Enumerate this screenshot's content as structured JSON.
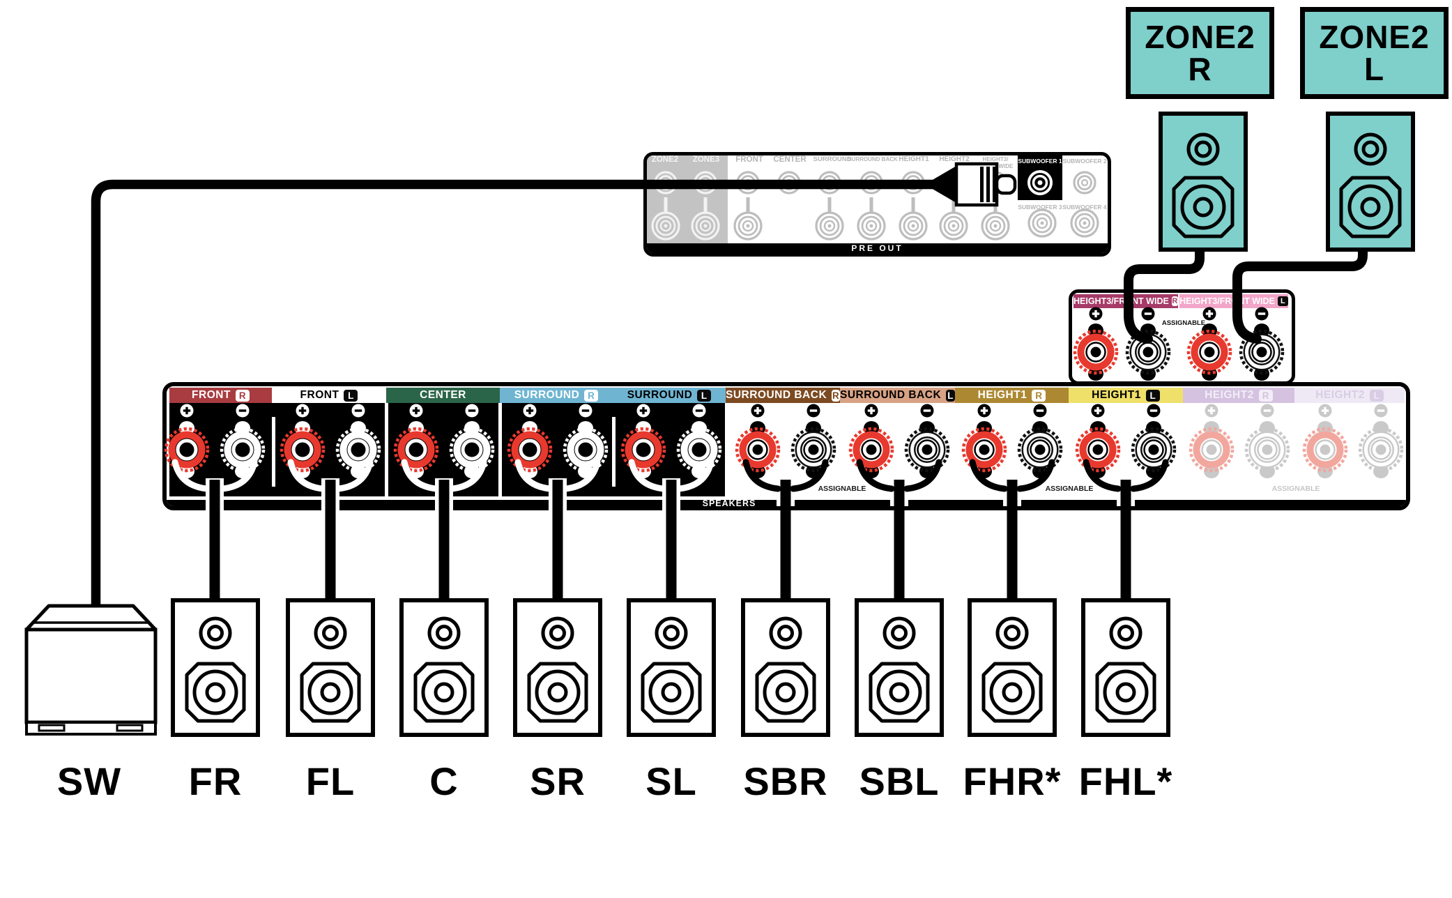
{
  "zone2": {
    "r": {
      "line1": "ZONE2",
      "line2": "R"
    },
    "l": {
      "line1": "ZONE2",
      "line2": "L"
    }
  },
  "preout": {
    "bar_label": "PRE OUT",
    "column_labels": [
      "ZONE2",
      "ZONE3",
      "FRONT",
      "CENTER",
      "SURROUND",
      "SURROUND BACK",
      "HEIGHT1",
      "HEIGHT2",
      "HEIGHT3/",
      "FRONT WIDE"
    ],
    "subwoofer_labels": [
      "SUBWOOFER 1",
      "SUBWOOFER 2",
      "SUBWOOFER 3",
      "SUBWOOFER 4"
    ]
  },
  "height3": {
    "r_label": "HEIGHT3/FRONT WIDE",
    "r_badge": "R",
    "l_label": "HEIGHT3/FRONT WIDE",
    "l_badge": "L",
    "assignable": "ASSIGNABLE",
    "r_bg": "#A63A68",
    "l_bg": "#F2A5C9"
  },
  "strip": {
    "speakers_label": "SPEAKERS",
    "assignable_label": "ASSIGNABLE",
    "channels": [
      {
        "label": "FRONT",
        "badge": "R",
        "bg": "#A93C40",
        "fg": "#FFFFFF",
        "badge_bg": "#FFFFFF",
        "badge_fg": "#A93C40",
        "state": "active"
      },
      {
        "label": "FRONT",
        "badge": "L",
        "bg": "#FFFFFF",
        "fg": "#000000",
        "badge_bg": "#0A0A0A",
        "badge_fg": "#FFFFFF",
        "state": "active"
      },
      {
        "label": "CENTER",
        "badge": null,
        "bg": "#2B6549",
        "fg": "#FFFFFF",
        "badge_bg": null,
        "badge_fg": null,
        "state": "active"
      },
      {
        "label": "SURROUND",
        "badge": "R",
        "bg": "#6FB5D2",
        "fg": "#FFFFFF",
        "badge_bg": "#FFFFFF",
        "badge_fg": "#6FB5D2",
        "state": "active"
      },
      {
        "label": "SURROUND",
        "badge": "L",
        "bg": "#6FB5D2",
        "fg": "#000000",
        "badge_bg": "#0A0A0A",
        "badge_fg": "#FFFFFF",
        "state": "active"
      },
      {
        "label": "SURROUND BACK",
        "badge": "R",
        "bg": "#7C4A21",
        "fg": "#FFFFFF",
        "badge_bg": "#FFFFFF",
        "badge_fg": "#7C4A21",
        "state": "active"
      },
      {
        "label": "SURROUND BACK",
        "badge": "L",
        "bg": "#D8A284",
        "fg": "#000000",
        "badge_bg": "#0A0A0A",
        "badge_fg": "#FFFFFF",
        "state": "active"
      },
      {
        "label": "HEIGHT1",
        "badge": "R",
        "bg": "#AC8832",
        "fg": "#FFFFFF",
        "badge_bg": "#FFFFFF",
        "badge_fg": "#AC8832",
        "state": "active"
      },
      {
        "label": "HEIGHT1",
        "badge": "L",
        "bg": "#EFE06A",
        "fg": "#000000",
        "badge_bg": "#0A0A0A",
        "badge_fg": "#FFFFFF",
        "state": "active"
      },
      {
        "label": "HEIGHT2",
        "badge": "R",
        "bg": "#D5C2E0",
        "fg": "#F2EDF7",
        "badge_bg": "#F2EDF7",
        "badge_fg": "#D5C2E0",
        "state": "inactive"
      },
      {
        "label": "HEIGHT2",
        "badge": "L",
        "bg": "#EFE9F5",
        "fg": "#D9CDE5",
        "badge_bg": "#D9CDE5",
        "badge_fg": "#EFE9F5",
        "state": "inactive"
      }
    ]
  },
  "bottom_speakers": [
    "SW",
    "FR",
    "FL",
    "C",
    "SR",
    "SL",
    "SBR",
    "SBL",
    "FHR*",
    "FHL*"
  ],
  "colors": {
    "zone2_teal": "#7FCFCB",
    "post_red": "#E8392E",
    "inactive_post_red": "#F2A79E",
    "inactive_gray": "#C9C9C9",
    "preout_gray_bg": "#C3C3C3",
    "preout_jack_gray": "#BDBDBD"
  }
}
